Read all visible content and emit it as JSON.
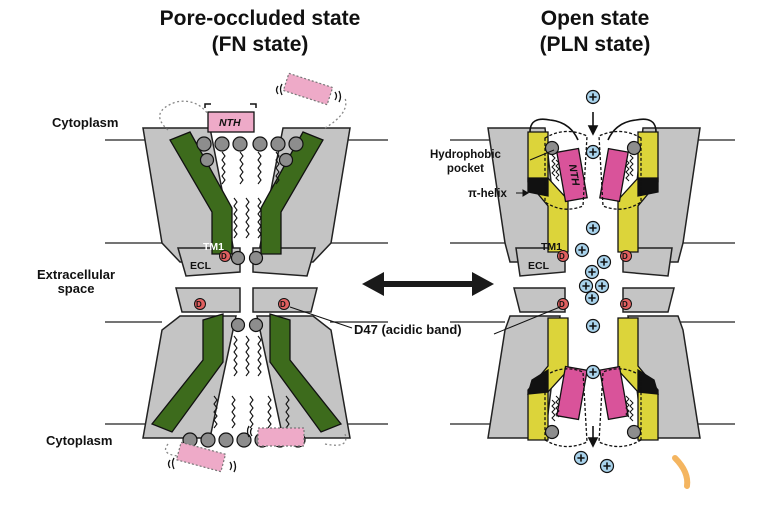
{
  "titles": {
    "left_line1": "Pore-occluded state",
    "left_line2": "(FN state)",
    "right_line1": "Open state",
    "right_line2": "(PLN state)"
  },
  "labels": {
    "cytoplasm_top": "Cytoplasm",
    "cytoplasm_bottom": "Cytoplasm",
    "extracellular_line1": "Extracellular",
    "extracellular_line2": "space",
    "d47": "D47 (acidic band)",
    "hydrophobic_line1": "Hydrophobic",
    "hydrophobic_line2": "pocket",
    "pi_helix": "π-helix",
    "nth": "NTH",
    "tm1": "TM1",
    "ecl": "ECL",
    "d": "D",
    "ion": "+"
  },
  "colors": {
    "tm_fn": "#3d6b1c",
    "tm_pln": "#dcd43a",
    "nth": "#d9539a",
    "nth_light": "#eeaac8",
    "protein_gray": "#c4c4c4",
    "lipid_head": "#8d8d8d",
    "ion": "#a9d3ec",
    "acidic_d": "#e06060",
    "arrow": "#1a1a1a"
  }
}
